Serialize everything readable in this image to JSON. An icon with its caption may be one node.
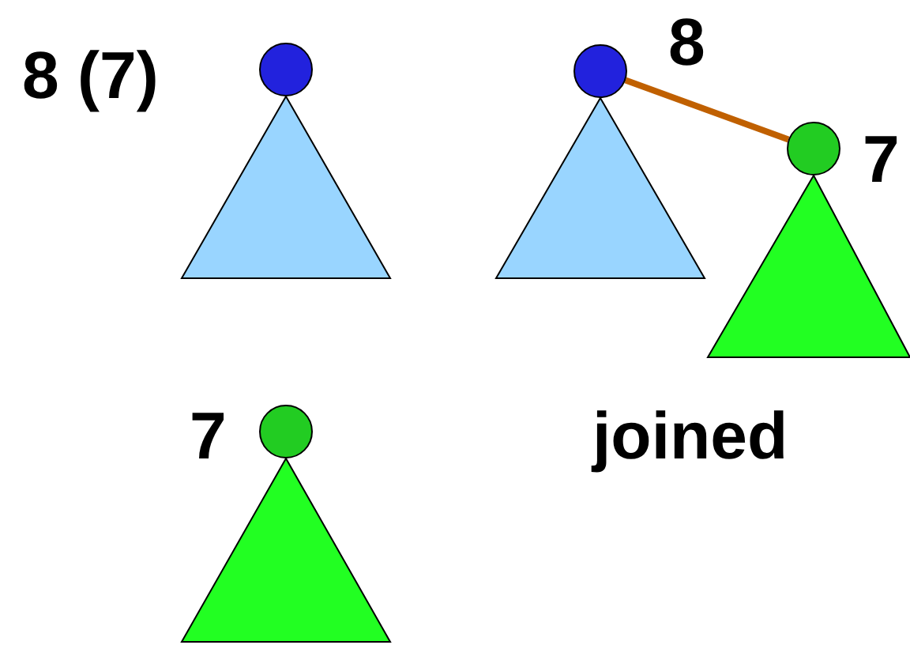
{
  "diagram": {
    "nodes": [
      {
        "text": [],
        "shape": "circle"
      },
      {
        "text": [],
        "shape": "triangle",
        "beside": [
          "8 (7)"
        ]
      },
      {
        "text": [],
        "shape": "circle",
        "beside": [
          "8"
        ]
      },
      {
        "text": [],
        "shape": "triangle"
      },
      {
        "text": [],
        "shape": "circle",
        "beside": [
          "7"
        ]
      },
      {
        "text": [],
        "shape": "triangle"
      },
      {
        "text": [],
        "shape": "circle",
        "beside": [
          "7"
        ]
      },
      {
        "text": [],
        "shape": "triangle"
      }
    ],
    "edges": [
      {
        "from": 2,
        "to": 4,
        "arrow": "none"
      }
    ],
    "labels": [
      "joined"
    ]
  }
}
